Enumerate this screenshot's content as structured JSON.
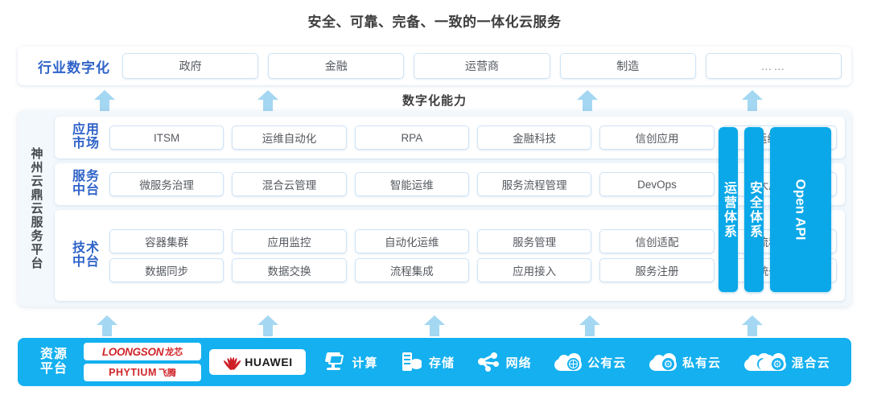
{
  "title": "安全、可靠、完备、一致的一体化云服务",
  "industry": {
    "label": "行业数字化",
    "items": [
      "政府",
      "金融",
      "运营商",
      "制造",
      "……"
    ]
  },
  "capability_title": "数字化能力",
  "platform": {
    "side_label": "神州云鼎云服务平台",
    "layers": [
      {
        "label_line1": "应用",
        "label_line2": "市场",
        "rows": [
          [
            "ITSM",
            "运维自动化",
            "RPA",
            "金融科技",
            "信创应用",
            "运维/运营"
          ]
        ]
      },
      {
        "label_line1": "服务",
        "label_line2": "中台",
        "rows": [
          [
            "微服务治理",
            "混合云管理",
            "智能运维",
            "服务流程管理",
            "DevOps",
            "大屏展示"
          ]
        ]
      },
      {
        "label_line1": "技术",
        "label_line2": "中台",
        "rows": [
          [
            "容器集群",
            "应用监控",
            "自动化运维",
            "服务管理",
            "信创适配",
            "流程引擎"
          ],
          [
            "数据同步",
            "数据交换",
            "流程集成",
            "应用接入",
            "服务注册",
            "统一认证"
          ]
        ]
      }
    ],
    "pillars": [
      "运营体系",
      "安全体系",
      "Open API"
    ]
  },
  "resource": {
    "label_line1": "资源",
    "label_line2": "平台",
    "chips": [
      {
        "brand": "LOONGSON",
        "cn": "龙芯",
        "style": "loongson"
      },
      {
        "brand": "PHYTIUM",
        "cn": "飞腾",
        "style": "phytium"
      }
    ],
    "huawei": "HUAWEI",
    "items": [
      {
        "icon": "compute-icon",
        "label": "计算"
      },
      {
        "icon": "storage-icon",
        "label": "存储"
      },
      {
        "icon": "network-icon",
        "label": "网络"
      },
      {
        "icon": "public-cloud-icon",
        "label": "公有云"
      },
      {
        "icon": "private-cloud-icon",
        "label": "私有云"
      },
      {
        "icon": "hybrid-cloud-icon",
        "label": "混合云"
      }
    ]
  },
  "colors": {
    "accent_blue": "#0aa8e8",
    "bar_blue": "#14b0ef",
    "arrow_blue": "#a4d7f2",
    "label_blue": "#2f63c9",
    "panel_bg": "#f2f8fc",
    "brand_red": "#d0242a"
  },
  "arrows": {
    "upper": [
      130,
      333,
      730,
      935
    ],
    "lower": [
      133,
      333,
      540,
      733,
      935
    ]
  }
}
